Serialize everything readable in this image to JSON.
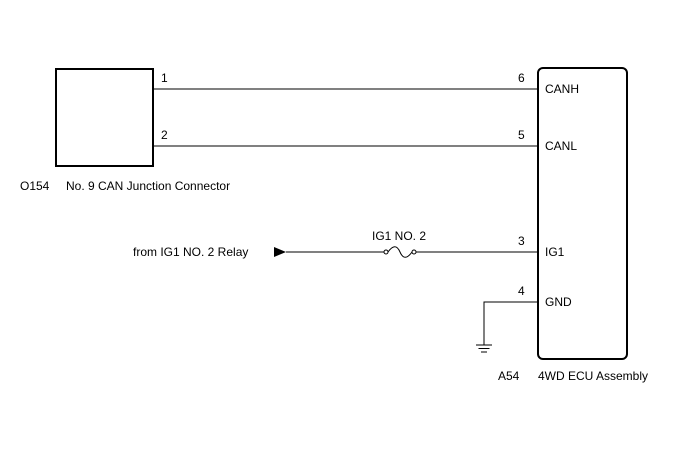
{
  "left_connector": {
    "code": "O154",
    "name": "No. 9 CAN Junction Connector",
    "pins": {
      "canh": "1",
      "canl": "2"
    }
  },
  "ecu": {
    "code": "A54",
    "name": "4WD ECU Assembly",
    "pins": {
      "canh": {
        "number": "6",
        "label": "CANH"
      },
      "canl": {
        "number": "5",
        "label": "CANL"
      },
      "ig1": {
        "number": "3",
        "label": "IG1"
      },
      "gnd": {
        "number": "4",
        "label": "GND"
      }
    }
  },
  "power_source": "from IG1 NO. 2 Relay",
  "fuse": "IG1 NO. 2",
  "ground_icon": "ground-symbol-icon",
  "arrow_icon": "filled-arrow-right-icon"
}
